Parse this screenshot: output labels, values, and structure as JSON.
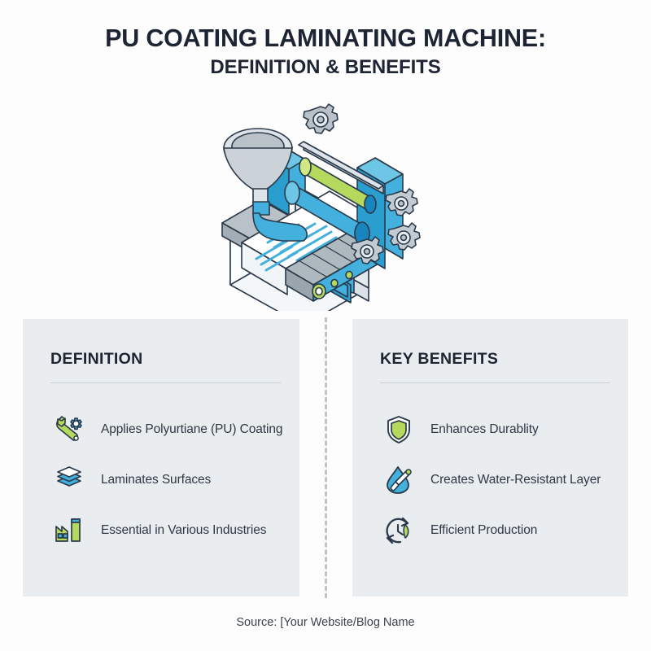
{
  "title": {
    "line1": "PU COATING LAMINATING MACHINE:",
    "line2": "DEFINITION & BENEFITS"
  },
  "illustration": {
    "name": "pu-coating-laminating-machine-illustration",
    "colors": {
      "blue": "#43b0dd",
      "blue_dark": "#1a84bf",
      "green": "#b5d95c",
      "gray": "#a9b2ba",
      "gray_light": "#ced5db",
      "white": "#ffffff",
      "outline": "#2b3a4a"
    }
  },
  "panels": {
    "definition": {
      "heading": "DEFINITION",
      "items": [
        {
          "icon": "wrench-gear-icon",
          "label": "Applies Polyurtiane (PU) Coating"
        },
        {
          "icon": "layers-icon",
          "label": "Laminates Surfaces"
        },
        {
          "icon": "factory-icon",
          "label": "Essential in Various Industries"
        }
      ]
    },
    "benefits": {
      "heading": "KEY BENEFITS",
      "items": [
        {
          "icon": "shield-icon",
          "label": "Enhances Durablity"
        },
        {
          "icon": "water-drop-brush-icon",
          "label": "Creates Water-Resistant Layer"
        },
        {
          "icon": "clock-leaf-icon",
          "label": "Efficient Production"
        }
      ]
    }
  },
  "footer": {
    "source": "Source: [Your Website/Blog Name"
  },
  "theme": {
    "background": "#fdfdfd",
    "panel_background": "#e9edf0",
    "heading_color": "#1d2433",
    "text_color": "#2e3845",
    "rule_color": "#c9d0d6",
    "divider_color": "#aab2bd",
    "accent_blue": "#43b0dd",
    "accent_green": "#b5d95c"
  }
}
